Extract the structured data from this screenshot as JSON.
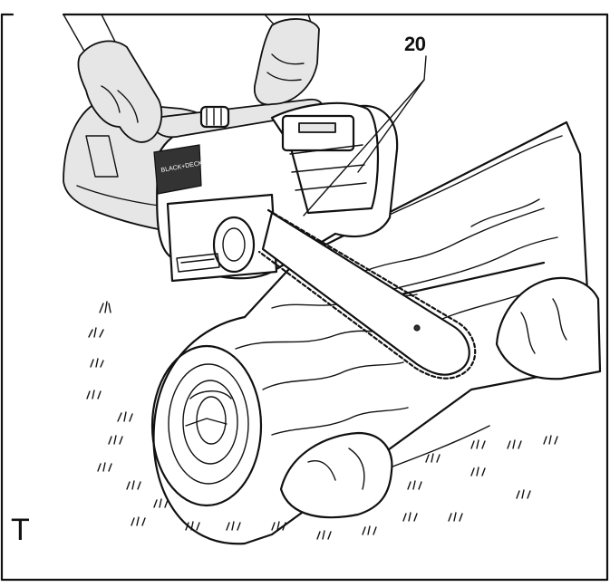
{
  "figure": {
    "callout_number": "20",
    "letter": "T",
    "brand_text": "BLACK+DECKER"
  },
  "icons": {
    "hands": "gloved-hands-icon",
    "chainsaw": "chainsaw-icon",
    "log": "log-icon",
    "rock": "rock-icon",
    "grass": "grass-tuft-icon"
  }
}
